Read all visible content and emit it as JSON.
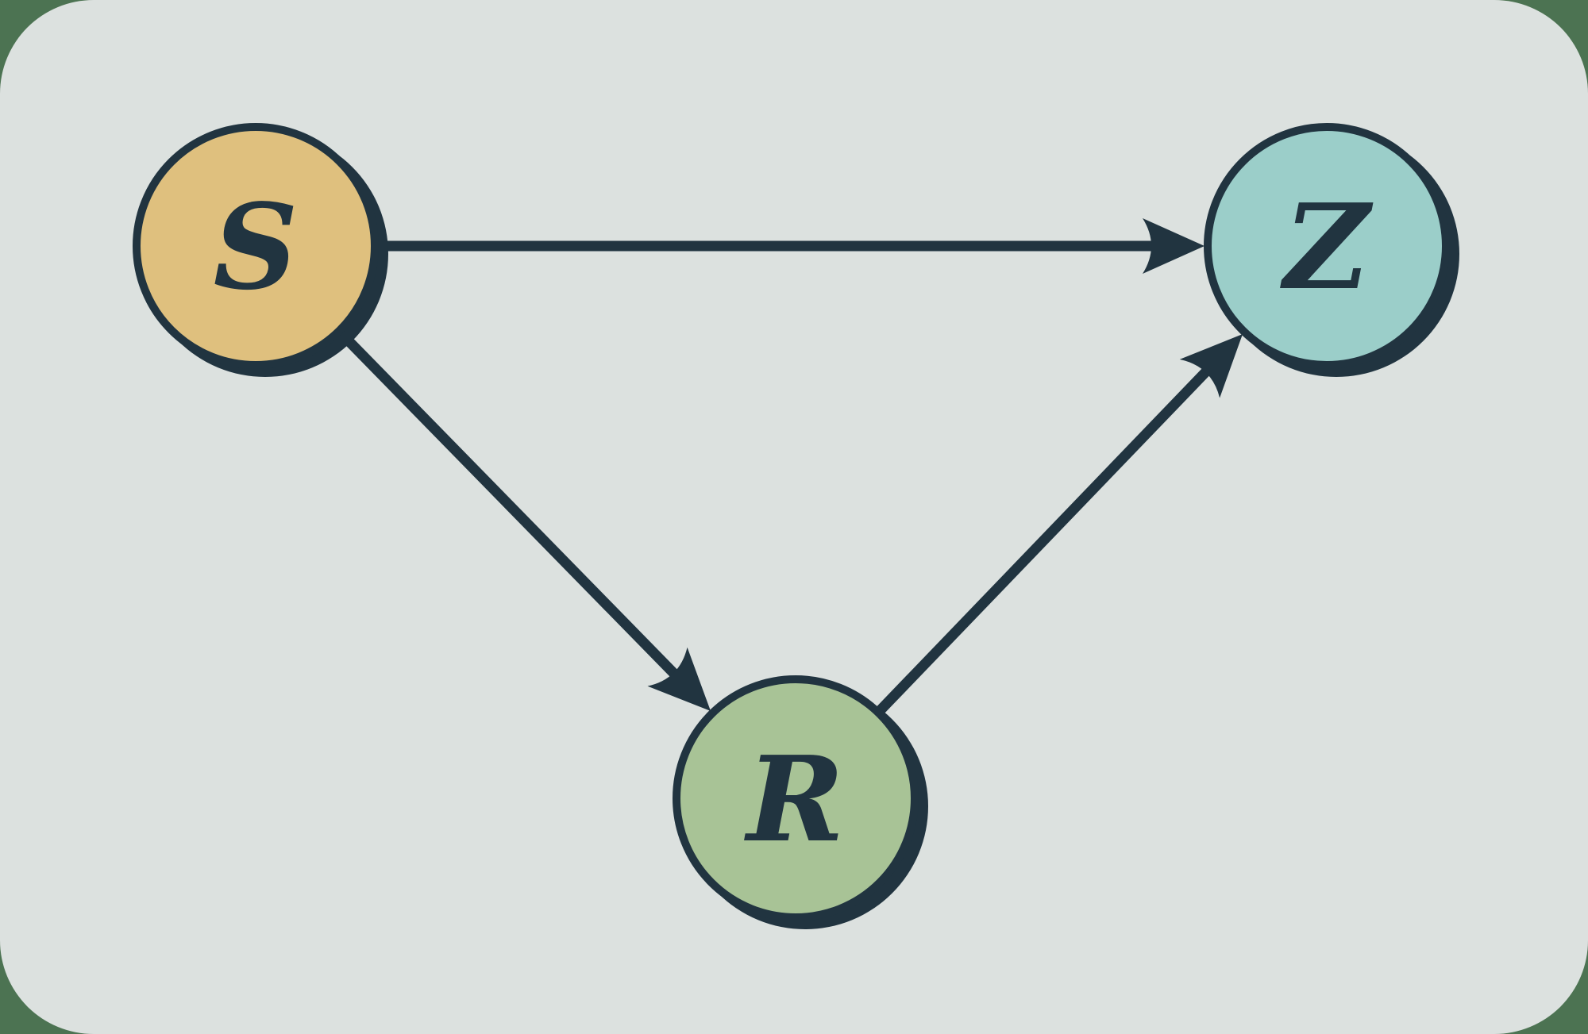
{
  "colors": {
    "outer_background": "#4c7352",
    "panel_background": "#dce1df",
    "dark": "#213440"
  },
  "diagram": {
    "type": "directed-graph",
    "nodes": [
      {
        "id": "S",
        "label": "S",
        "fill": "#dfc07e"
      },
      {
        "id": "Z",
        "label": "Z",
        "fill": "#9bcec9"
      },
      {
        "id": "R",
        "label": "R",
        "fill": "#a8c396"
      }
    ],
    "edges": [
      {
        "from": "S",
        "to": "Z"
      },
      {
        "from": "S",
        "to": "R"
      },
      {
        "from": "R",
        "to": "Z"
      }
    ]
  }
}
